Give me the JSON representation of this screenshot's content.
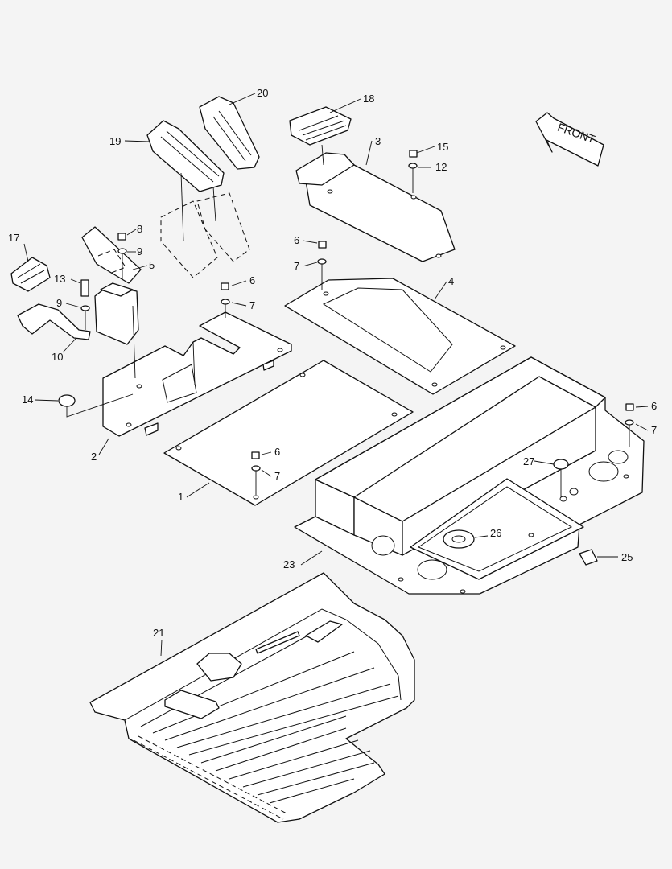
{
  "labels": {
    "p1": "1",
    "p2": "2",
    "p3": "3",
    "p4": "4",
    "p5": "5",
    "p6a": "6",
    "p6b": "6",
    "p6c": "6",
    "p6d": "6",
    "p7a": "7",
    "p7b": "7",
    "p7c": "7",
    "p7d": "7",
    "p8": "8",
    "p9a": "9",
    "p9b": "9",
    "p10": "10",
    "p12": "12",
    "p13": "13",
    "p14": "14",
    "p15": "15",
    "p17": "17",
    "p18": "18",
    "p19": "19",
    "p20": "20",
    "p21": "21",
    "p23": "23",
    "p25": "25",
    "p26": "26",
    "p27": "27"
  },
  "front_arrow_text": "FRONT",
  "colors": {
    "background": "#f4f4f4",
    "line": "#111111",
    "fill": "#ffffff"
  }
}
